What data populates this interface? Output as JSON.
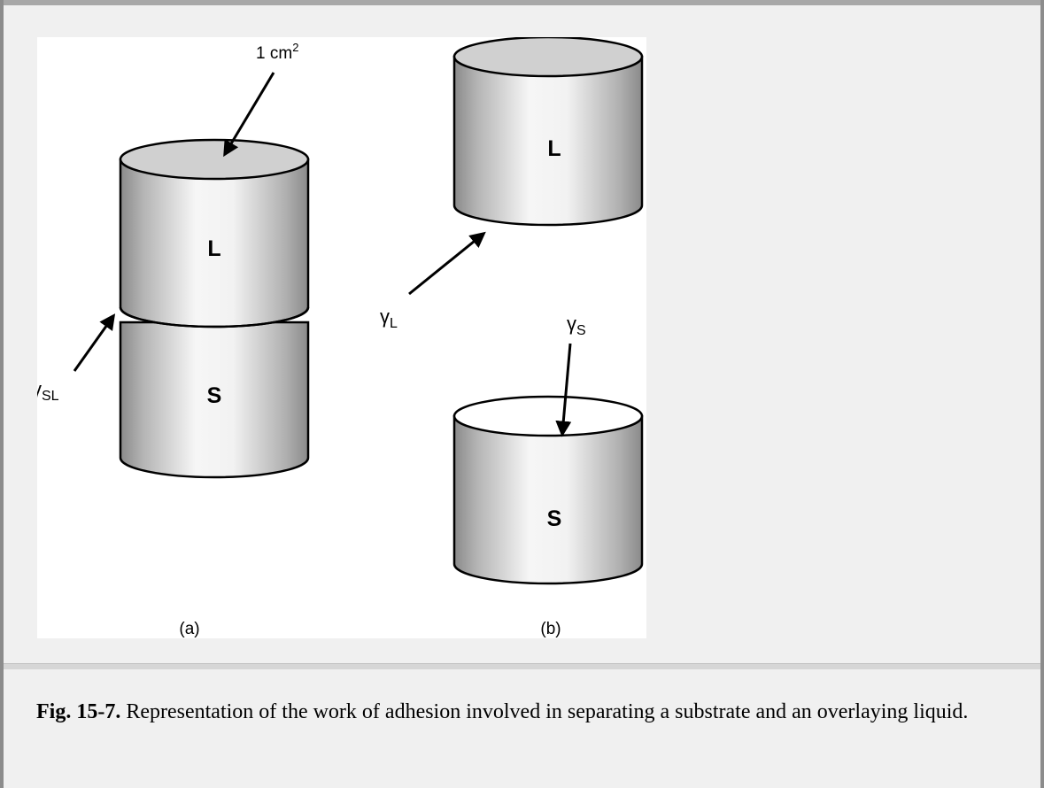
{
  "figure": {
    "labels": {
      "area": "1 cm",
      "area_exp": "2",
      "liquid_a": "L",
      "solid_a": "S",
      "liquid_b": "L",
      "solid_b": "S",
      "gamma_symbol": "γ",
      "gamma_sl_sub": "SL",
      "gamma_l_sub": "L",
      "gamma_s_sub": "S",
      "panel_a": "(a)",
      "panel_b": "(b)"
    }
  },
  "caption": {
    "label": "Fig. 15-7.",
    "text": " Representation of the work of adhesion involved in separating a substrate and an overlaying liquid."
  }
}
